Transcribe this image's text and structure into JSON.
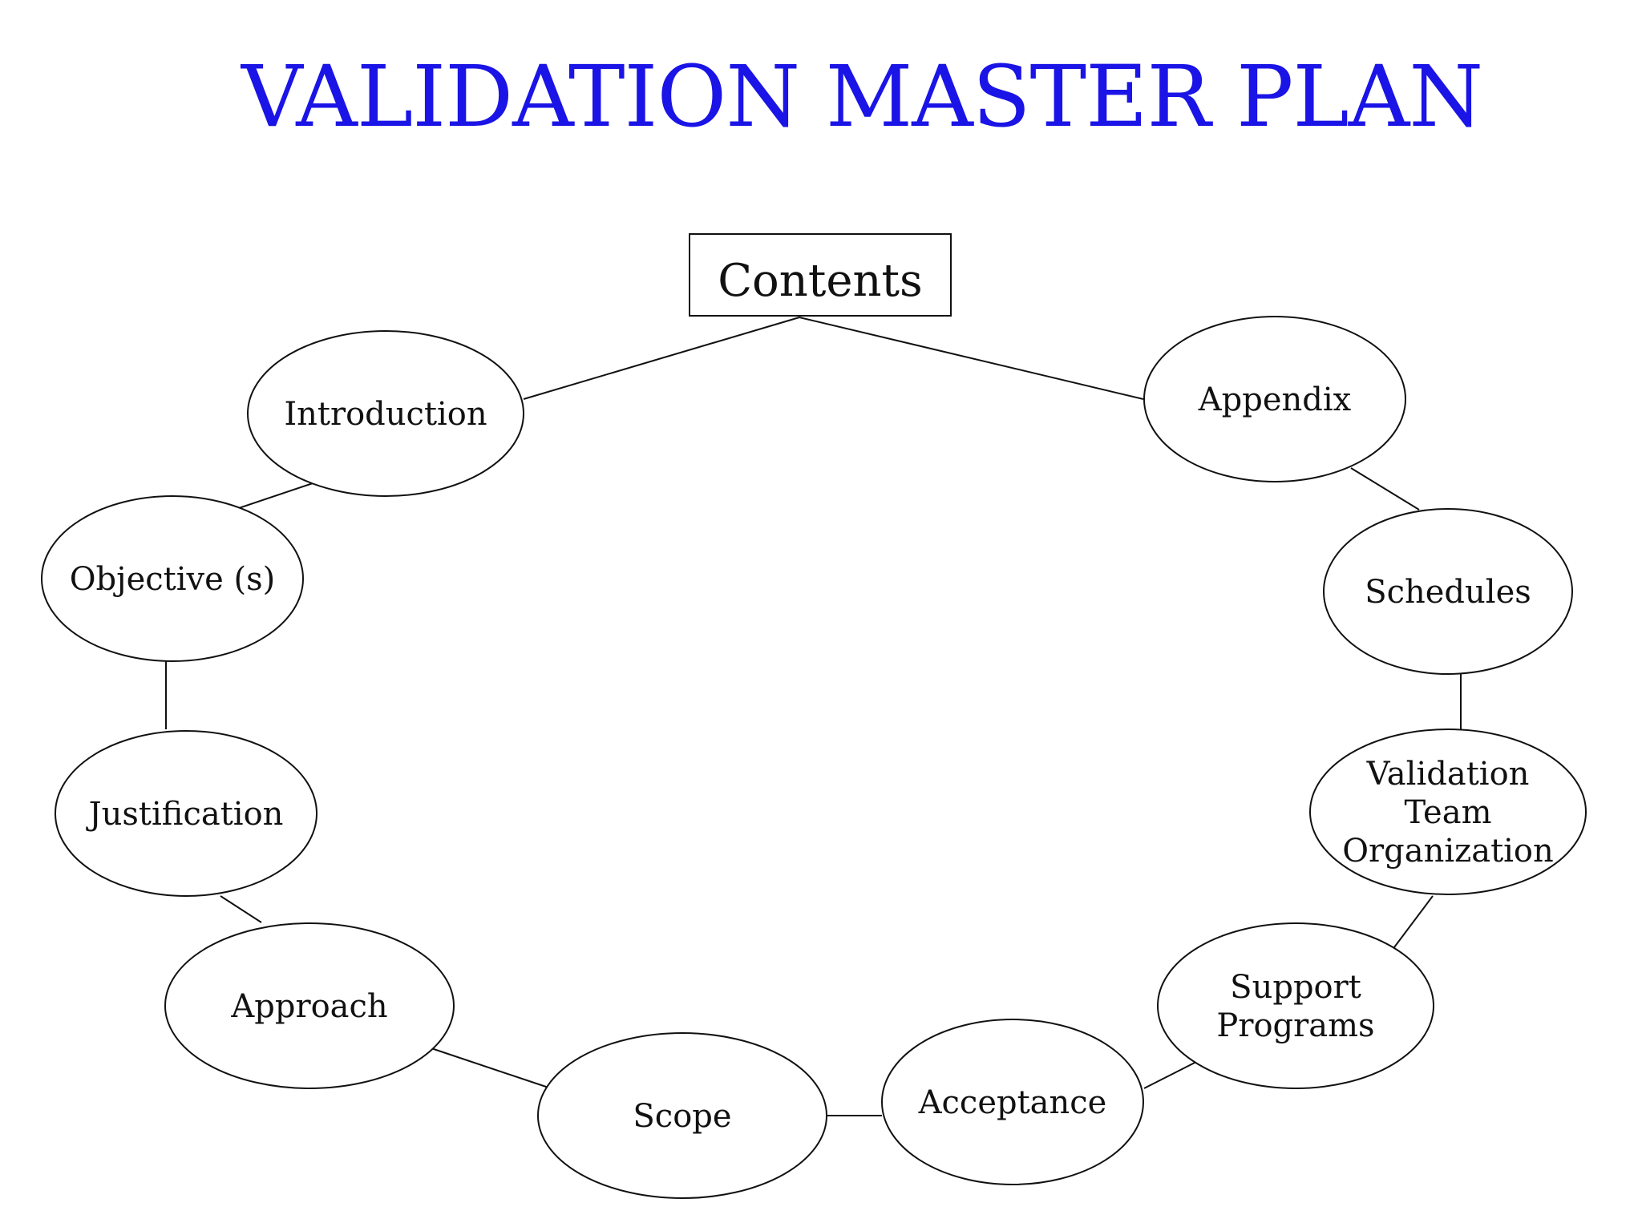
{
  "title": "VALIDATION MASTER PLAN",
  "colors": {
    "title": "#1a14e6",
    "stroke": "#111111",
    "background": "#ffffff"
  },
  "root": {
    "label": "Contents"
  },
  "nodes": [
    {
      "id": "introduction",
      "lines": [
        "Introduction"
      ]
    },
    {
      "id": "objectives",
      "lines": [
        "Objective (s)"
      ]
    },
    {
      "id": "justification",
      "lines": [
        "Justification"
      ]
    },
    {
      "id": "approach",
      "lines": [
        "Approach"
      ]
    },
    {
      "id": "scope",
      "lines": [
        "Scope"
      ]
    },
    {
      "id": "acceptance",
      "lines": [
        "Acceptance"
      ]
    },
    {
      "id": "support-programs",
      "lines": [
        "Support",
        "Programs"
      ]
    },
    {
      "id": "validation-team-organization",
      "lines": [
        "Validation",
        "Team",
        "Organization"
      ]
    },
    {
      "id": "schedules",
      "lines": [
        "Schedules"
      ]
    },
    {
      "id": "appendix",
      "lines": [
        "Appendix"
      ]
    }
  ],
  "edges": [
    [
      "root",
      "introduction"
    ],
    [
      "introduction",
      "objectives"
    ],
    [
      "objectives",
      "justification"
    ],
    [
      "justification",
      "approach"
    ],
    [
      "approach",
      "scope"
    ],
    [
      "scope",
      "acceptance"
    ],
    [
      "acceptance",
      "support-programs"
    ],
    [
      "support-programs",
      "validation-team-organization"
    ],
    [
      "validation-team-organization",
      "schedules"
    ],
    [
      "schedules",
      "appendix"
    ],
    [
      "appendix",
      "root"
    ]
  ]
}
